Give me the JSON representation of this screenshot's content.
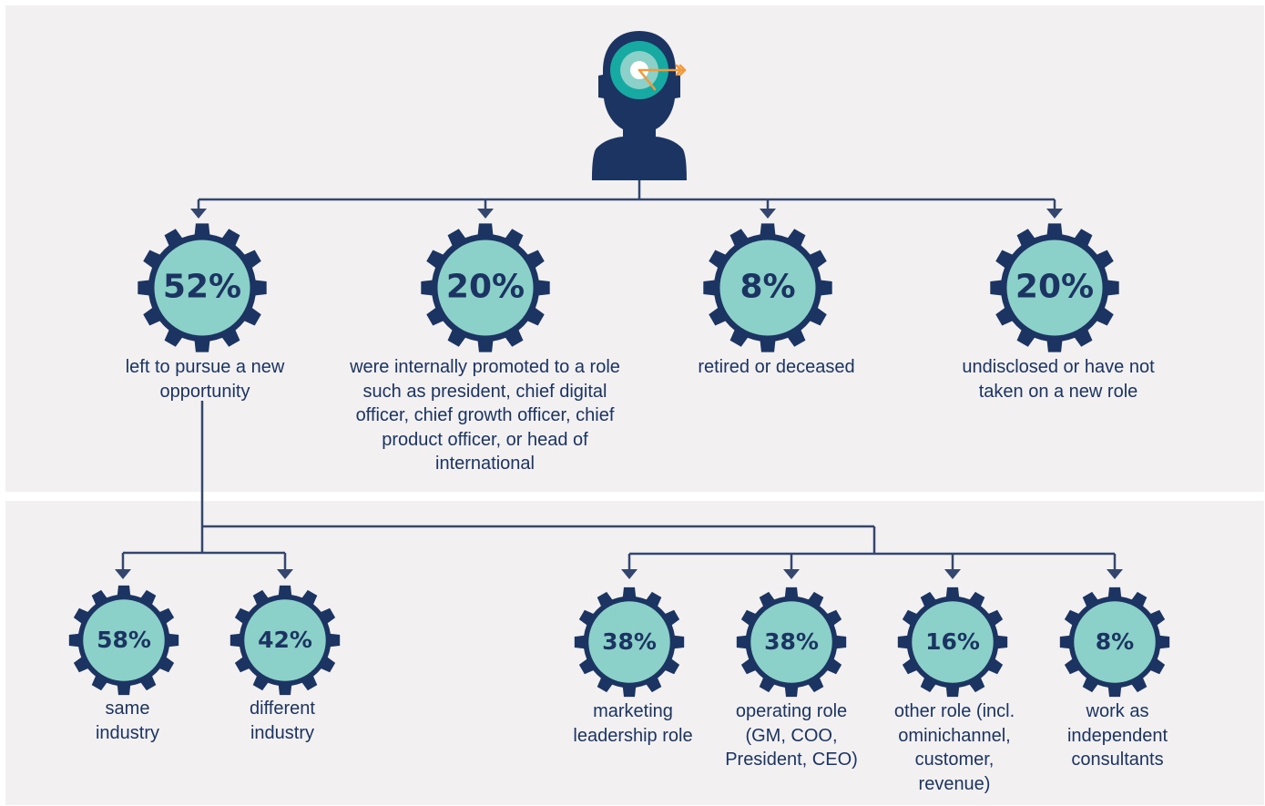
{
  "colors": {
    "navy": "#1b3461",
    "teal_fill": "#8bd1c9",
    "target_ring": "#17aaa2",
    "arrow": "#f29a3a",
    "panel_bg": "#f2f0f1"
  },
  "icons": {
    "head": "person-head-icon",
    "target": "target-icon",
    "arrow": "arrow-icon",
    "gear": "gear-icon"
  },
  "top_outcomes": [
    {
      "percent": "52%",
      "label": "left to pursue a new opportunity"
    },
    {
      "percent": "20%",
      "label": "were internally promoted to a role such as president, chief digital officer, chief growth officer, chief product officer, or head of international"
    },
    {
      "percent": "8%",
      "label": "retired or deceased"
    },
    {
      "percent": "20%",
      "label": "undisclosed or have not taken on a new role"
    }
  ],
  "industry_split": [
    {
      "percent": "58%",
      "label": "same industry"
    },
    {
      "percent": "42%",
      "label": "different industry"
    }
  ],
  "role_split": [
    {
      "percent": "38%",
      "label": "marketing leadership role"
    },
    {
      "percent": "38%",
      "label": "operating role (GM, COO, President, CEO)"
    },
    {
      "percent": "16%",
      "label": "other role (incl. ominichannel, customer, revenue)"
    },
    {
      "percent": "8%",
      "label": "work as independent consultants"
    }
  ]
}
